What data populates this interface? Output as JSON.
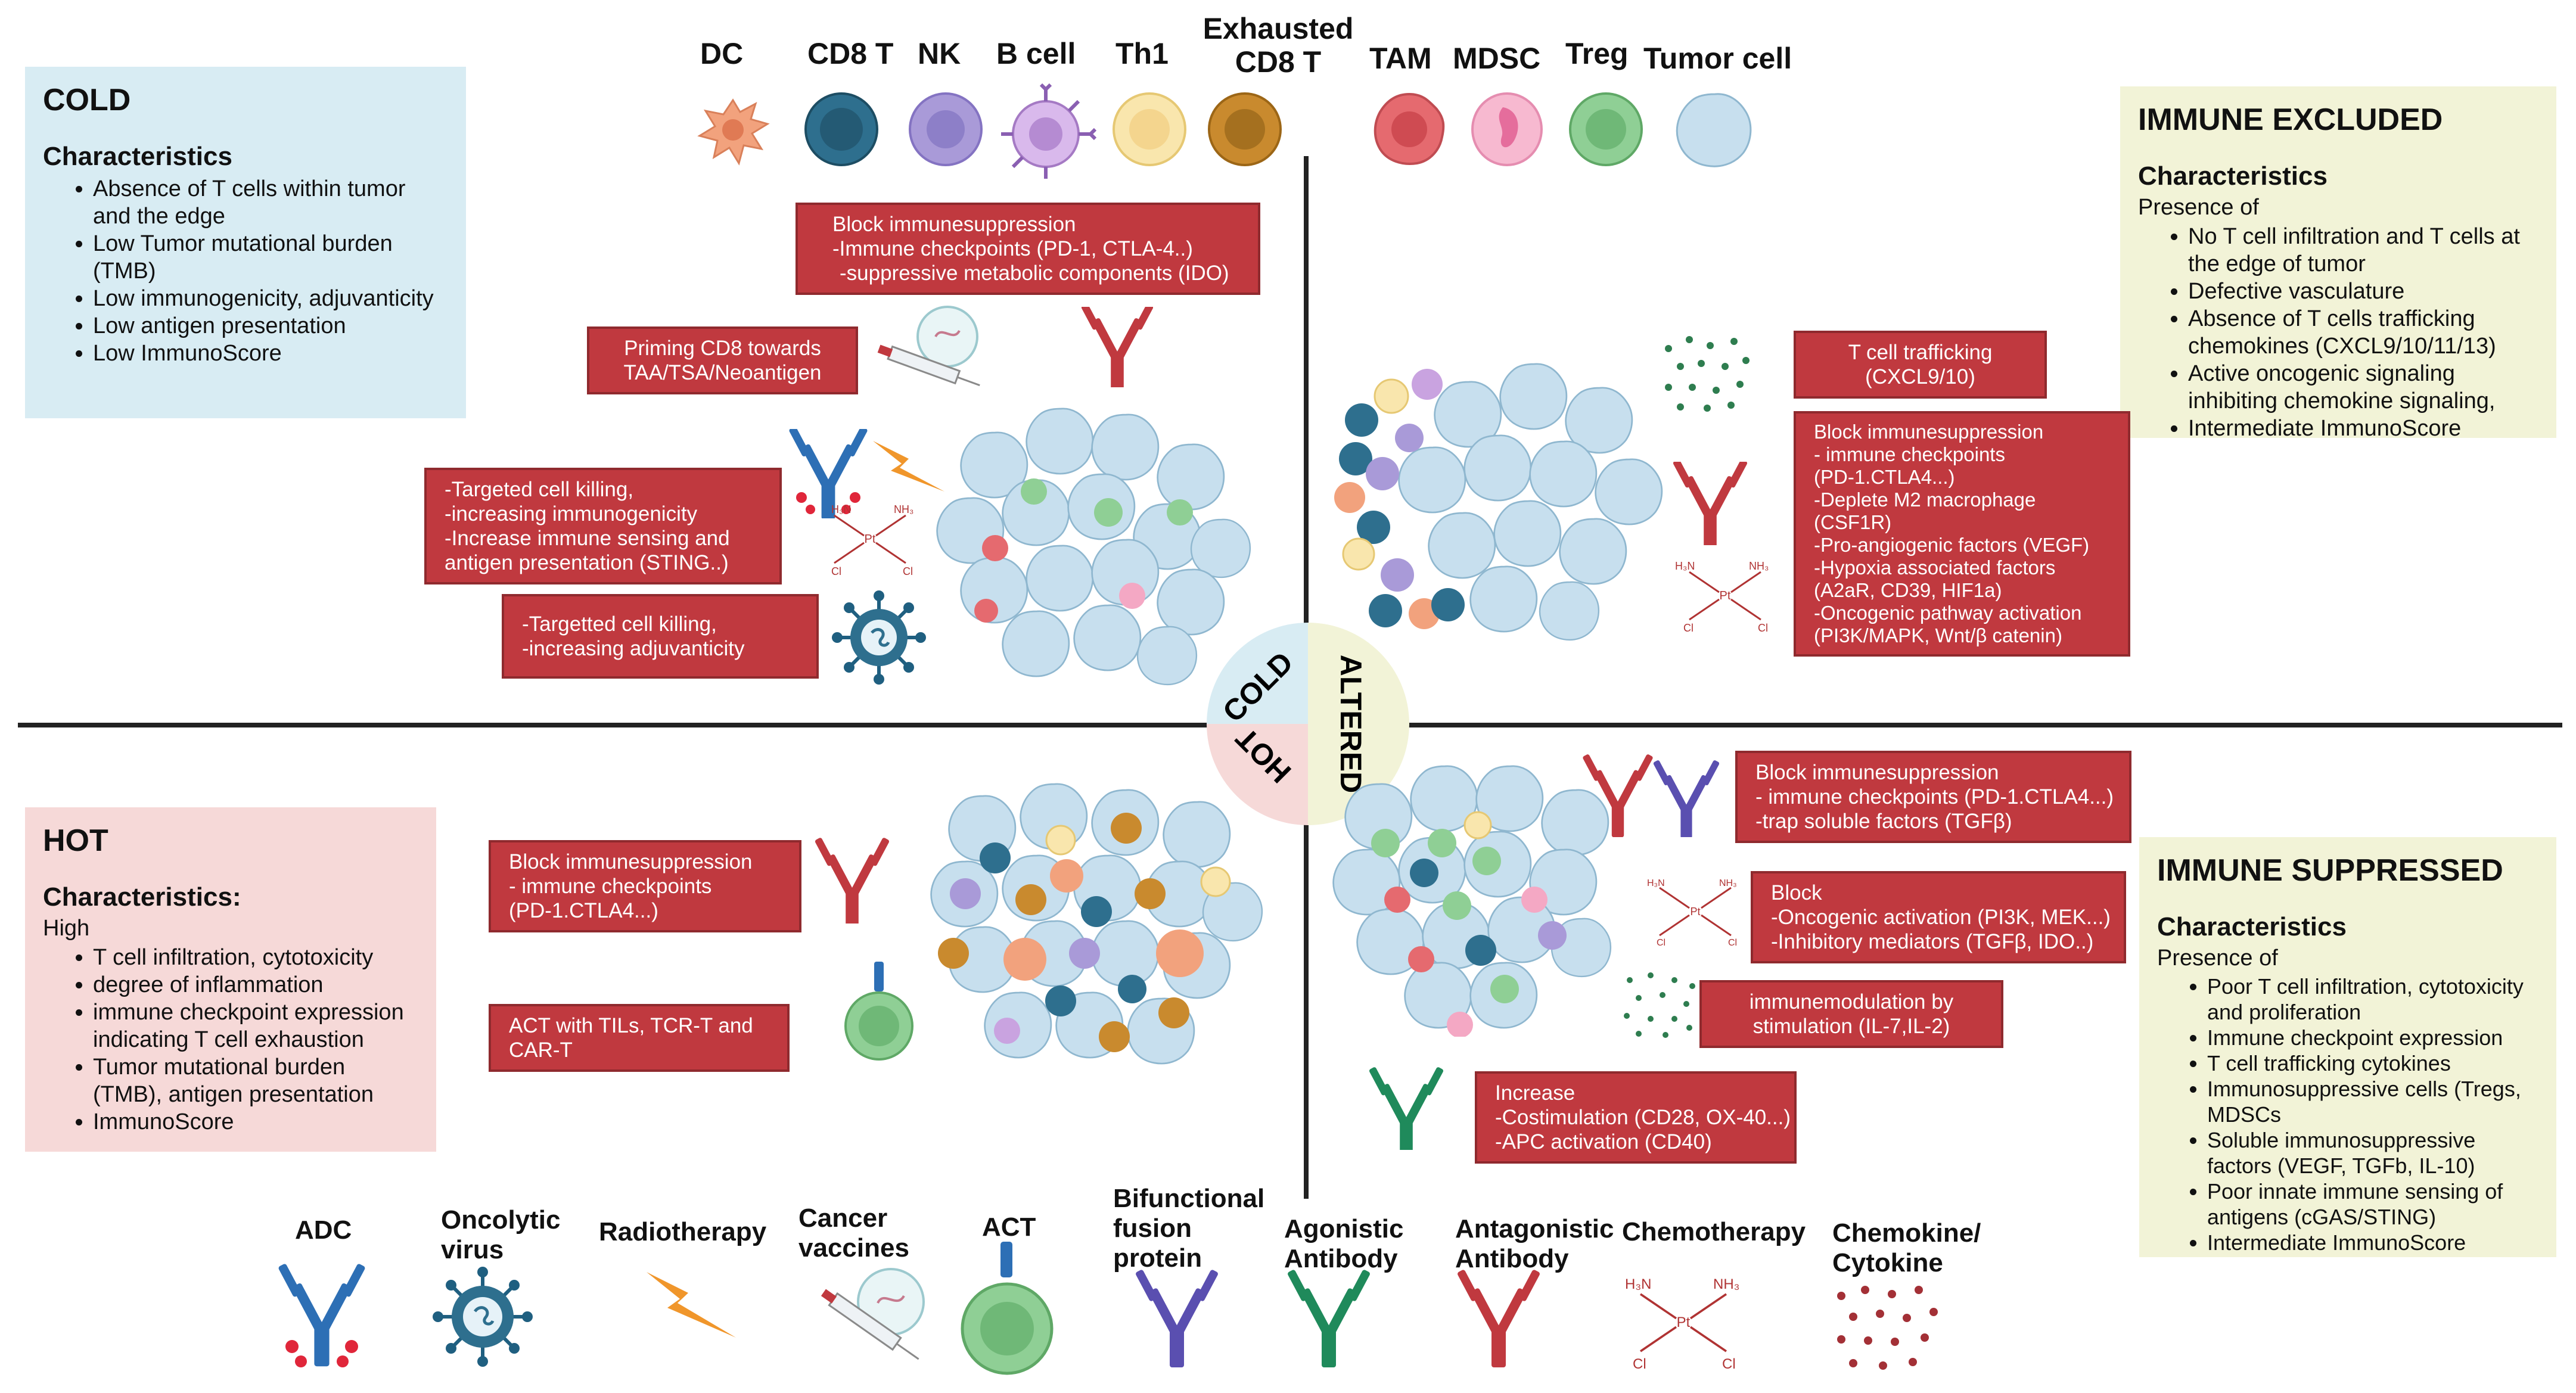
{
  "cell_types": [
    {
      "label": "DC",
      "icon": "dendritic-cell-icon",
      "color": "#f2a27d"
    },
    {
      "label": "CD8 T",
      "icon": "cd8-t-cell-icon",
      "color": "#2e6f8e"
    },
    {
      "label": "NK",
      "icon": "nk-cell-icon",
      "color": "#a99ad8"
    },
    {
      "label": "B cell",
      "icon": "b-cell-icon",
      "color": "#c9a3e0"
    },
    {
      "label": "Th1",
      "icon": "th1-cell-icon",
      "color": "#f6e2a5"
    },
    {
      "label": "Exhausted\nCD8 T",
      "icon": "exhausted-cd8-t-cell-icon",
      "color": "#c98a2e"
    },
    {
      "label": "TAM",
      "icon": "tam-icon",
      "color": "#e56a6f"
    },
    {
      "label": "MDSC",
      "icon": "mdsc-icon",
      "color": "#f4a8c4"
    },
    {
      "label": "Treg",
      "icon": "treg-icon",
      "color": "#8fcf95"
    },
    {
      "label": "Tumor cell",
      "icon": "tumor-cell-icon",
      "color": "#c7dfee"
    }
  ],
  "quadrants": {
    "cold": {
      "title": "COLD",
      "char_heading": "Characteristics",
      "items": [
        "Absence of T cells within tumor and the edge",
        "Low Tumor mutational burden (TMB)",
        "Low immunogenicity, adjuvanticity",
        "Low antigen presentation",
        "Low ImmunoScore"
      ]
    },
    "immune_excluded": {
      "title": "IMMUNE EXCLUDED",
      "char_heading": "Characteristics",
      "subtitle": "Presence of",
      "items": [
        "No T cell infiltration and T cells at the edge of tumor",
        "Defective vasculature",
        "Absence of T cells trafficking chemokines (CXCL9/10/11/13)",
        "Active oncogenic signaling inhibiting chemokine signaling,",
        "Intermediate ImmunoScore"
      ]
    },
    "hot": {
      "title": "HOT",
      "char_heading": "Characteristics:",
      "subtitle": "High",
      "items": [
        "T cell infiltration, cytotoxicity",
        "degree of inflammation",
        "immune checkpoint expression indicating T cell exhaustion",
        "Tumor mutational burden (TMB), antigen presentation",
        "ImmunoScore"
      ]
    },
    "immune_suppressed": {
      "title": "IMMUNE SUPPRESSED",
      "char_heading": "Characteristics",
      "subtitle": "Presence of",
      "items": [
        "Poor T cell infiltration, cytotoxicity and proliferation",
        "Immune checkpoint expression",
        "T cell trafficking cytokines",
        "Immunosuppressive cells (Tregs, MDSCs",
        "Soluble immunosuppressive factors (VEGF, TGFb, IL-10)",
        "Poor innate immune sensing of antigens (cGAS/STING)",
        "Intermediate ImmunoScore"
      ]
    }
  },
  "center_labels": {
    "cold": "COLD",
    "altered": "ALTERED",
    "hot": "HOT"
  },
  "strategies": {
    "cold_block": [
      "Block immunesuppression",
      "-Immune checkpoints (PD-1, CTLA-4..)",
      "-suppressive metabolic components (IDO)"
    ],
    "cold_priming": [
      "Priming CD8 towards",
      "TAA/TSA/Neoantigen"
    ],
    "cold_killing1": [
      "-Targeted cell killing,",
      "-increasing immunogenicity",
      "-Increase immune sensing and",
      "antigen presentation (STING..)"
    ],
    "cold_killing2": [
      "-Targetted cell killing,",
      "-increasing adjuvanticity"
    ],
    "excl_trafficking": [
      "T cell trafficking",
      "(CXCL9/10)"
    ],
    "excl_block": [
      "Block immunesuppression",
      "- immune checkpoints",
      "(PD-1.CTLA4...)",
      "-Deplete M2 macrophage",
      "(CSF1R)",
      "-Pro-angiogenic factors (VEGF)",
      "-Hypoxia associated factors",
      "(A2aR, CD39, HIF1a)",
      "-Oncogenic pathway activation",
      "(PI3K/MAPK, Wnt/β catenin)"
    ],
    "hot_block": [
      "Block immunesuppression",
      "- immune checkpoints",
      "(PD-1.CTLA4...)"
    ],
    "hot_act": [
      "ACT with TILs, TCR-T and",
      "CAR-T"
    ],
    "supp_block": [
      "Block immunesuppression",
      "- immune checkpoints (PD-1.CTLA4...)",
      "-trap soluble factors (TGFβ)"
    ],
    "supp_block2": [
      "Block",
      "-Oncogenic activation (PI3K, MEK...)",
      "-Inhibitory mediators (TGFβ, IDO..)"
    ],
    "supp_immunemod": [
      "immunemodulation by",
      "stimulation (IL-7,IL-2)"
    ],
    "supp_increase": [
      "Increase",
      "-Costimulation (CD28, OX-40...)",
      "-APC activation (CD40)"
    ]
  },
  "chemo_labels": {
    "h3n": "H₃N",
    "nh3": "NH₃",
    "pt": "Pt",
    "cl": "Cl"
  },
  "legend": [
    {
      "label": "ADC",
      "icon": "adc-icon"
    },
    {
      "label": "Oncolytic\nvirus",
      "icon": "oncolytic-virus-icon"
    },
    {
      "label": "Radiotherapy",
      "icon": "radiotherapy-icon"
    },
    {
      "label": "Cancer\nvaccines",
      "icon": "cancer-vaccine-icon"
    },
    {
      "label": "ACT",
      "icon": "act-icon"
    },
    {
      "label": "Bifunctional\nfusion\nprotein",
      "icon": "bifunctional-fusion-protein-icon"
    },
    {
      "label": "Agonistic\nAntibody",
      "icon": "agonistic-antibody-icon"
    },
    {
      "label": "Antagonistic\nAntibody",
      "icon": "antagonistic-antibody-icon"
    },
    {
      "label": "Chemotherapy",
      "icon": "chemotherapy-icon"
    },
    {
      "label": "Chemokine/\nCytokine",
      "icon": "chemokine-cytokine-icon"
    }
  ],
  "colors": {
    "strategy_box": "#c0393f",
    "cold_panel": "#d8ecf3",
    "hot_panel": "#f6d9d8",
    "excluded_panel": "#f2f3d7",
    "antagonist_antibody": "#c0393f",
    "agonist_antibody": "#1f8a5b",
    "fusion_protein": "#5a4fb0",
    "adc": "#2d6fb5",
    "radiotherapy": "#f0962b"
  }
}
